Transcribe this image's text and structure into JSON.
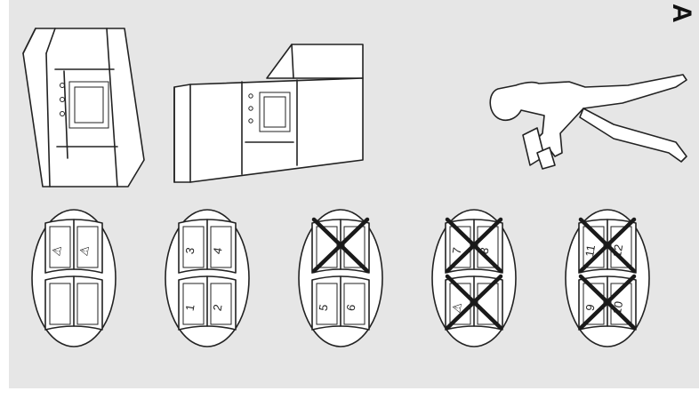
{
  "corner_label": "A",
  "booklets": [
    {
      "pages": [
        "⚠",
        "⚠",
        "",
        ""
      ],
      "crossed": []
    },
    {
      "pages": [
        "3",
        "4",
        "1",
        "2"
      ],
      "crossed": []
    },
    {
      "pages": [
        "",
        "",
        "5",
        "6"
      ],
      "crossed": [
        "top"
      ]
    },
    {
      "pages": [
        "7",
        "8",
        "⚠",
        ""
      ],
      "crossed": [
        "top",
        "bottom"
      ]
    },
    {
      "pages": [
        "11",
        "12",
        "9",
        "10"
      ],
      "crossed": [
        "top",
        "bottom"
      ]
    }
  ]
}
